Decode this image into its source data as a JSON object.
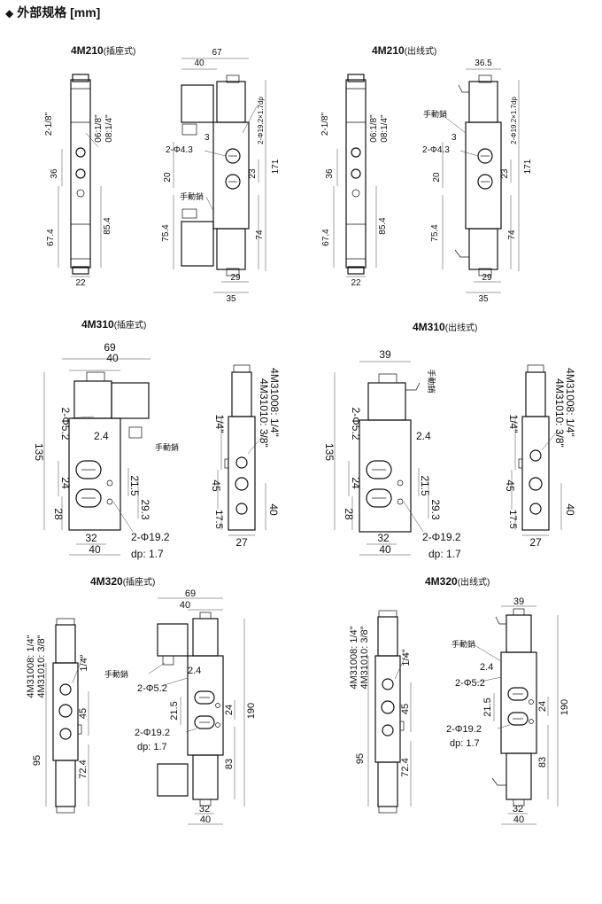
{
  "heading": "外部规格 [mm]",
  "heading_marker": "◆",
  "views": [
    {
      "id": "a",
      "model": "4M210",
      "style": "(插座式)"
    },
    {
      "id": "b",
      "model": "4M210",
      "style": "(出线式)"
    },
    {
      "id": "c",
      "model": "4M310",
      "style": "(插座式)"
    },
    {
      "id": "d",
      "model": "4M310",
      "style": "(出线式)"
    },
    {
      "id": "e",
      "model": "4M320",
      "style": "(插座式)"
    },
    {
      "id": "f",
      "model": "4M320",
      "style": "(出线式)"
    }
  ],
  "dims": {
    "a": {
      "p1": "2-1/8\"",
      "p2": "06:1/8\"",
      "p3": "08:1/4\"",
      "h36": "36",
      "h674": "67.4",
      "h854": "85.4",
      "w22": "22",
      "w67": "67",
      "w40": "40",
      "phi": "2-Φ19.2×1.7dp",
      "d3": "3",
      "m43": "2-Φ4.3",
      "h20": "20",
      "h23": "23",
      "h171": "171",
      "man": "手動銷",
      "h754": "75.4",
      "h74": "74",
      "w29": "29",
      "w35": "35"
    },
    "b": {
      "p1": "2-1/8\"",
      "p2": "06:1/8\"",
      "p3": "08:1/4\"",
      "h36": "36",
      "h674": "67.4",
      "h854": "85.4",
      "w22": "22",
      "w365": "36.5",
      "phi": "2-Φ19.2×1.7dp",
      "man": "手動銷",
      "d3": "3",
      "m43": "2-Φ4.3",
      "h20": "20",
      "h23": "23",
      "h171": "171",
      "h754": "75.4",
      "h74": "74",
      "w29": "29",
      "w35": "35"
    },
    "c": {
      "w69": "69",
      "w40": "40",
      "m52": "2-Φ5.2",
      "h135": "135",
      "d24a": "2.4",
      "man": "手動銷",
      "h24": "24",
      "h28": "28",
      "h215": "21.5",
      "h293": "29.3",
      "w32": "32",
      "w40b": "40",
      "phi": "2-Φ19.2",
      "dp": "dp: 1.7",
      "s1": "4M31008: 1/4\"",
      "s2": "4M31010: 3/8\"",
      "p14": "1/4\"",
      "h45": "45",
      "h175": "17.5",
      "h40": "40",
      "w27": "27"
    },
    "d": {
      "w39": "39",
      "man": "手動銷",
      "m52": "2-Φ5.2",
      "d24a": "2.4",
      "h135": "135",
      "h24": "24",
      "h28": "28",
      "h215": "21.5",
      "h293": "29.3",
      "w32": "32",
      "w40": "40",
      "phi": "2-Φ19.2",
      "dp": "dp: 1.7",
      "s1": "4M31008: 1/4\"",
      "s2": "4M31010: 3/8\"",
      "p14": "1/4\"",
      "h45": "45",
      "h175": "17.5",
      "h40": "40",
      "w27": "27"
    },
    "e": {
      "s1": "4M31008: 1/4\"",
      "s2": "4M31010: 3/8\"",
      "p14": "1/4\"",
      "h45": "45",
      "h95": "95",
      "h724": "72.4",
      "w69": "69",
      "w40": "40",
      "man": "手動銷",
      "d24": "2.4",
      "m52": "2-Φ5.2",
      "h215": "21.5",
      "h24": "24",
      "h190": "190",
      "phi": "2-Φ19.2",
      "dp": "dp: 1.7",
      "h83": "83",
      "w32": "32",
      "w40b": "40"
    },
    "f": {
      "s1": "4M31008: 1/4\"",
      "s2": "4M31010: 3/8\"",
      "p14": "1/4\"",
      "h45": "45",
      "h95": "95",
      "h724": "72.4",
      "w39": "39",
      "man": "手動銷",
      "d24": "2.4",
      "m52": "2-Φ5.2",
      "h215": "21.5",
      "h24": "24",
      "h190": "190",
      "phi": "2-Φ19.2",
      "dp": "dp: 1.7",
      "h83": "83",
      "w32": "32",
      "w40": "40"
    }
  }
}
